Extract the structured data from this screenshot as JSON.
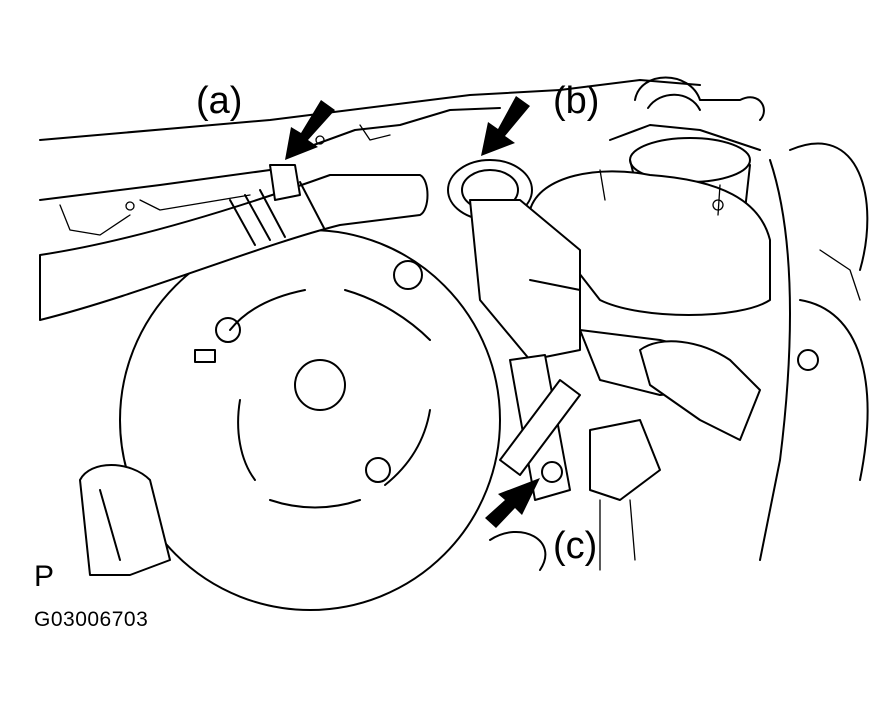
{
  "figure": {
    "callouts": {
      "a": "(a)",
      "b": "(b)",
      "c": "(c)"
    },
    "view_marker": "P",
    "figure_code": "G03006703",
    "icons": [
      "arrow-a-icon",
      "arrow-b-icon",
      "arrow-c-icon"
    ]
  }
}
